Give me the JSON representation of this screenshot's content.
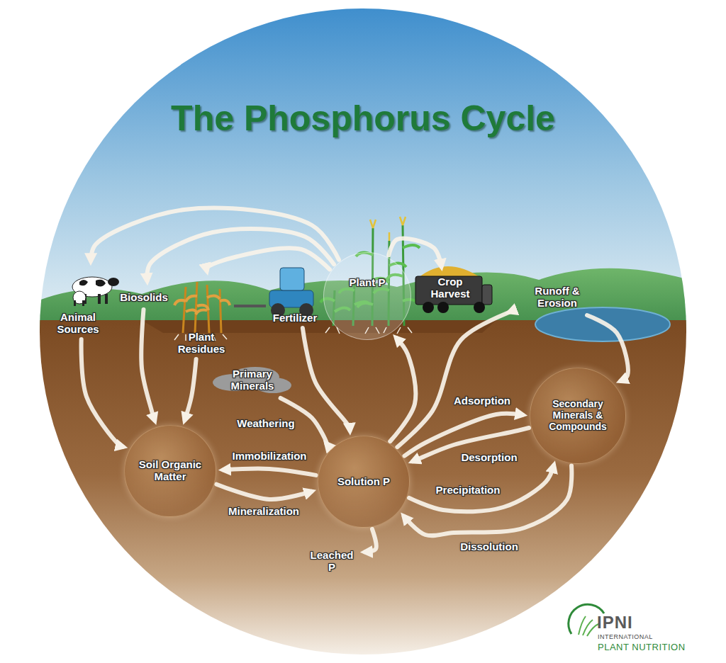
{
  "diagram": {
    "title": "The Phosphorus Cycle",
    "nodes": [
      {
        "text": [
          "Animal Sources"
        ]
      },
      {
        "text": [
          "Biosolids"
        ]
      },
      {
        "text": [
          "Plant Residues"
        ]
      },
      {
        "text": [
          "Fertilizer"
        ]
      },
      {
        "text": [
          "Plant P"
        ]
      },
      {
        "text": [
          "Crop Harvest"
        ]
      },
      {
        "text": [
          "Runoff & Erosion"
        ]
      },
      {
        "text": [
          "Primary Minerals"
        ]
      },
      {
        "text": [
          "Soil Organic Matter"
        ]
      },
      {
        "text": [
          "Solution P"
        ]
      },
      {
        "text": [
          "Secondary Minerals & Compounds"
        ]
      },
      {
        "text": [
          "Leached P"
        ]
      }
    ],
    "edges": [
      {
        "from": 4,
        "to": 0,
        "arrow": "to"
      },
      {
        "from": 4,
        "to": 1,
        "arrow": "to"
      },
      {
        "from": 4,
        "to": 2,
        "arrow": "to"
      },
      {
        "from": 4,
        "to": 5,
        "arrow": "to"
      },
      {
        "from": 0,
        "to": 8,
        "arrow": "to"
      },
      {
        "from": 1,
        "to": 8,
        "arrow": "to"
      },
      {
        "from": 2,
        "to": 8,
        "arrow": "to"
      },
      {
        "from": 3,
        "to": 9,
        "arrow": "to"
      },
      {
        "from": 7,
        "to": 9,
        "label": "Weathering",
        "arrow": "to"
      },
      {
        "from": 9,
        "to": 8,
        "label": "Immobilization",
        "arrow": "to"
      },
      {
        "from": 8,
        "to": 9,
        "label": "Mineralization",
        "arrow": "to"
      },
      {
        "from": 9,
        "to": 10,
        "label": "Adsorption",
        "arrow": "to"
      },
      {
        "from": 10,
        "to": 9,
        "label": "Desorption",
        "arrow": "to"
      },
      {
        "from": 9,
        "to": 10,
        "label": "Precipitation",
        "arrow": "to"
      },
      {
        "from": 10,
        "to": 9,
        "label": "Dissolution",
        "arrow": "to"
      },
      {
        "from": 9,
        "to": 4,
        "arrow": "to"
      },
      {
        "from": 9,
        "to": 6,
        "arrow": "to"
      },
      {
        "from": 6,
        "to": 10,
        "arrow": "to"
      },
      {
        "from": 9,
        "to": 11,
        "arrow": "to"
      }
    ],
    "labels": [
      "IPNI",
      "INTERNATIONAL",
      "PLANT NUTRITION"
    ]
  }
}
